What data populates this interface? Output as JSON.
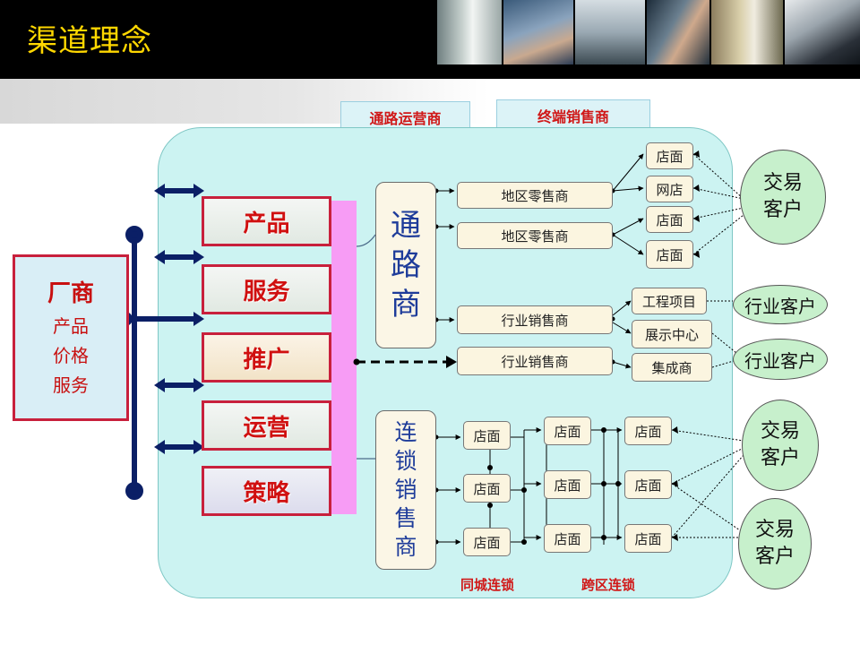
{
  "header": {
    "title": "渠道理念"
  },
  "tags": {
    "channel_operator": "通路运营商",
    "terminal_seller": "终端销售商"
  },
  "maker": {
    "title": "厂商",
    "lines": [
      "产品",
      "价格",
      "服务"
    ]
  },
  "functions": [
    "产品",
    "服务",
    "推广",
    "运营",
    "策略"
  ],
  "channel_box": {
    "chars": [
      "通",
      "路",
      "商"
    ]
  },
  "chain_box": {
    "chars": [
      "连",
      "锁",
      "销",
      "售",
      "商"
    ]
  },
  "regional": [
    "地区零售商",
    "地区零售商"
  ],
  "industry": [
    "行业销售商",
    "行业销售商"
  ],
  "top_stores": [
    "店面",
    "网店",
    "店面",
    "店面"
  ],
  "projects": [
    "工程项目",
    "展示中心",
    "集成商"
  ],
  "chain_stores": [
    "店面",
    "店面",
    "店面",
    "店面",
    "店面",
    "店面",
    "店面",
    "店面",
    "店面"
  ],
  "customers": {
    "trade": "交易客户",
    "industry": "行业客户"
  },
  "chain_labels": {
    "same_city": "同城连锁",
    "cross_region": "跨区连锁"
  },
  "colors": {
    "title": "#ffd700",
    "panel": "#ccf3f2",
    "accent_red": "#c8203c",
    "navy": "#0b1f66",
    "bracket": "#f79cf5"
  }
}
